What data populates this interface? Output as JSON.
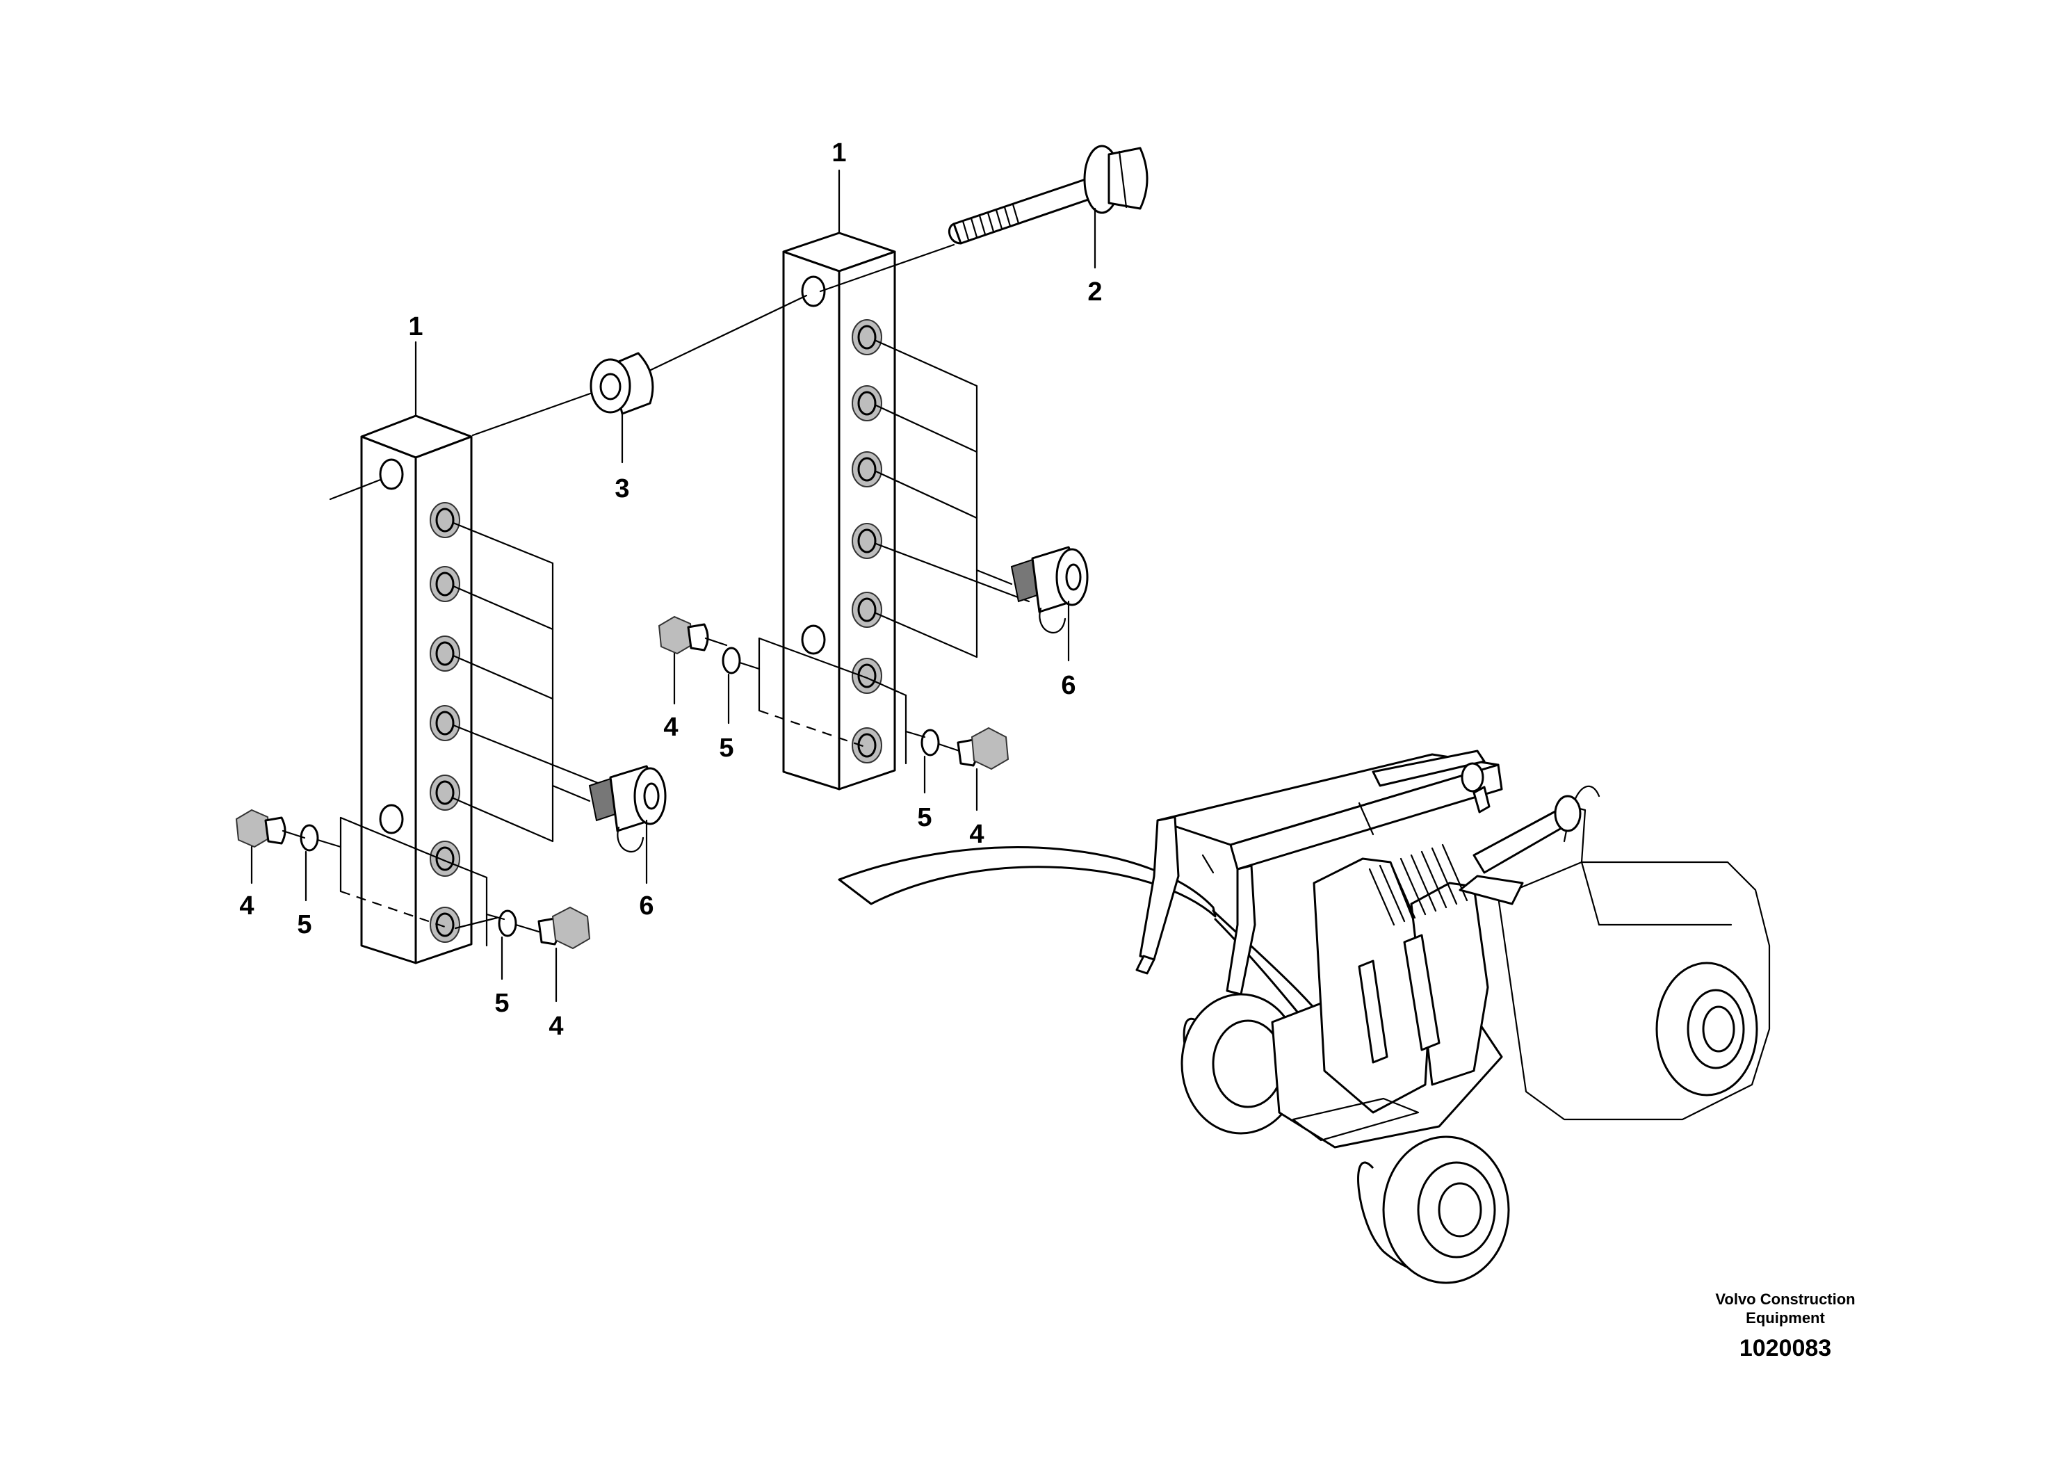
{
  "callouts": {
    "part_1_left": "1",
    "part_1_right": "1",
    "part_2": "2",
    "part_3": "3",
    "part_4_left": "4",
    "part_5_left": "5",
    "part_6_left": "6",
    "part_5_lower": "5",
    "part_4_lower": "4",
    "part_4_mid": "4",
    "part_5_mid": "5",
    "part_6_right": "6",
    "part_5_right": "5",
    "part_4_right": "4"
  },
  "footer": {
    "company_line1": "Volvo Construction",
    "company_line2": "Equipment",
    "figure_number": "1020083"
  }
}
